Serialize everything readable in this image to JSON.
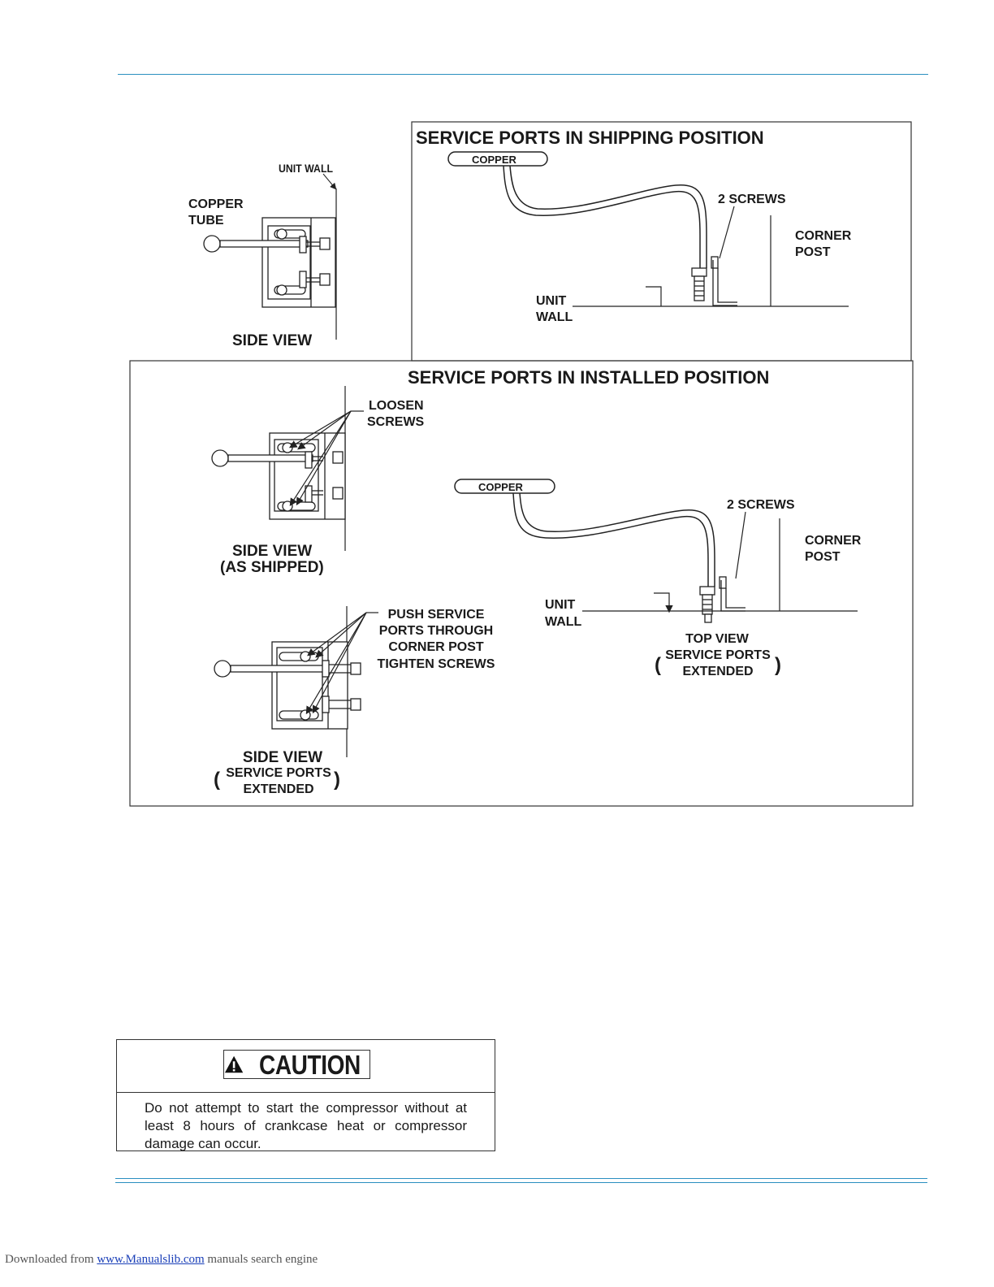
{
  "shipping": {
    "title": "SERVICE PORTS IN SHIPPING POSITION",
    "copper": "COPPER",
    "screws": "2 SCREWS",
    "corner_post": [
      "CORNER",
      "POST"
    ],
    "unit_wall": [
      "UNIT",
      "WALL"
    ]
  },
  "side_view_top": {
    "unit_wall": "UNIT WALL",
    "copper_tube": [
      "COPPER",
      "TUBE"
    ],
    "caption": "SIDE VIEW"
  },
  "installed": {
    "title": "SERVICE PORTS IN INSTALLED POSITION",
    "loosen": [
      "LOOSEN",
      "SCREWS"
    ],
    "side_shipped": [
      "SIDE VIEW",
      "(AS SHIPPED)"
    ],
    "push": [
      "PUSH SERVICE",
      "PORTS THROUGH",
      "CORNER POST",
      "TIGHTEN SCREWS"
    ],
    "side_extended": [
      "SIDE VIEW",
      "SERVICE PORTS",
      "EXTENDED"
    ],
    "copper": "COPPER",
    "screws": "2 SCREWS",
    "corner_post": [
      "CORNER",
      "POST"
    ],
    "unit_wall": [
      "UNIT",
      "WALL"
    ],
    "top_view": [
      "TOP VIEW",
      "SERVICE PORTS",
      "EXTENDED"
    ],
    "paren_open": "(",
    "paren_close": ")"
  },
  "caution": {
    "word": "CAUTION",
    "text": "Do not attempt to start the compressor without at least 8 hours of crankcase heat or compressor damage can occur."
  },
  "footer": {
    "prefix": "Downloaded from ",
    "link": "www.Manualslib.com",
    "suffix": "  manuals search engine"
  },
  "colors": {
    "rule": "#2a8fc0",
    "link": "#1a3fb8"
  }
}
